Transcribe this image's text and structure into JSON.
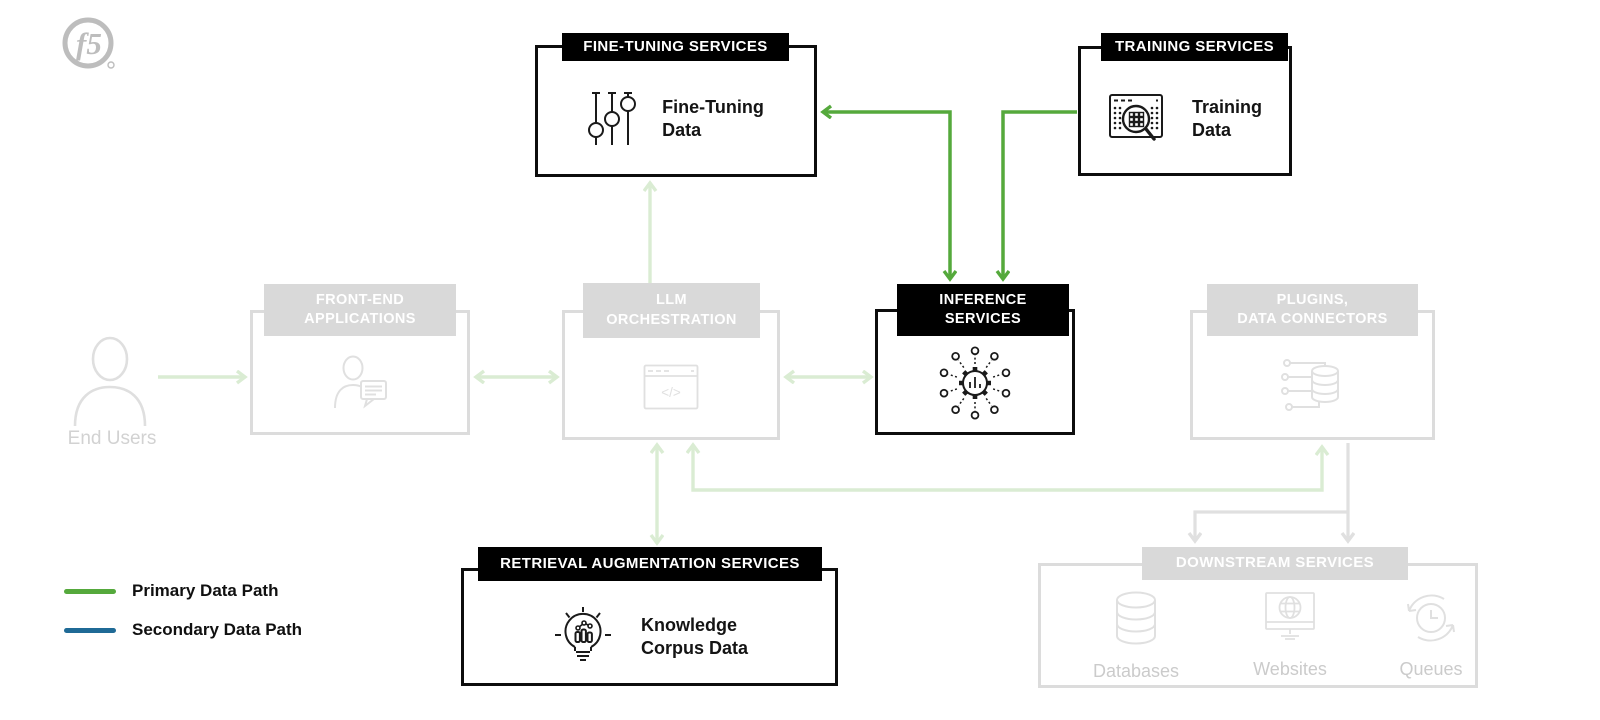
{
  "colors": {
    "primary_green": "#55a93c",
    "secondary_blue": "#1f6a96",
    "faded_gray": "#d9d9d9"
  },
  "logo": {
    "text": "f5"
  },
  "legend": {
    "primary_label": "Primary Data Path",
    "secondary_label": "Secondary Data Path"
  },
  "boxes": {
    "fine_tuning": {
      "title": "FINE-TUNING SERVICES",
      "line1": "Fine-Tuning",
      "line2": "Data"
    },
    "training": {
      "title": "TRAINING SERVICES",
      "line1": "Training",
      "line2": "Data"
    },
    "inference": {
      "title1": "INFERENCE",
      "title2": "SERVICES"
    },
    "retrieval": {
      "title": "RETRIEVAL AUGMENTATION SERVICES",
      "line1": "Knowledge",
      "line2": "Corpus Data"
    },
    "front_end": {
      "title1": "FRONT-END",
      "title2": "APPLICATIONS"
    },
    "llm": {
      "title1": "LLM",
      "title2": "ORCHESTRATION"
    },
    "plugins": {
      "title1": "PLUGINS,",
      "title2": "DATA CONNECTORS"
    },
    "downstream": {
      "title": "DOWNSTREAM SERVICES",
      "items": [
        {
          "label": "Databases"
        },
        {
          "label": "Websites"
        },
        {
          "label": "Queues"
        }
      ]
    },
    "end_users": {
      "label": "End Users"
    }
  }
}
